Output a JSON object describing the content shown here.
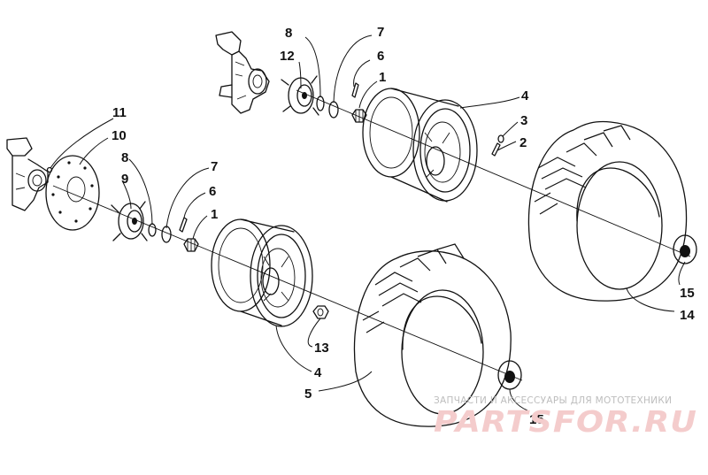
{
  "callouts": {
    "c8a": "8",
    "c7a": "7",
    "c12": "12",
    "c6a": "6",
    "c1a": "1",
    "c4a": "4",
    "c3": "3",
    "c2": "2",
    "c11": "11",
    "c10": "10",
    "c8b": "8",
    "c9": "9",
    "c7b": "7",
    "c6b": "6",
    "c1b": "1",
    "c15a": "15",
    "c14": "14",
    "c13": "13",
    "c4b": "4",
    "c5": "5",
    "c15b": "15"
  },
  "watermark": {
    "caption": "ЗАПЧАСТИ И АКСЕССУАРЫ ДЛЯ МОТОТЕХНИКИ",
    "logo": "PARTSFOR.RU"
  }
}
